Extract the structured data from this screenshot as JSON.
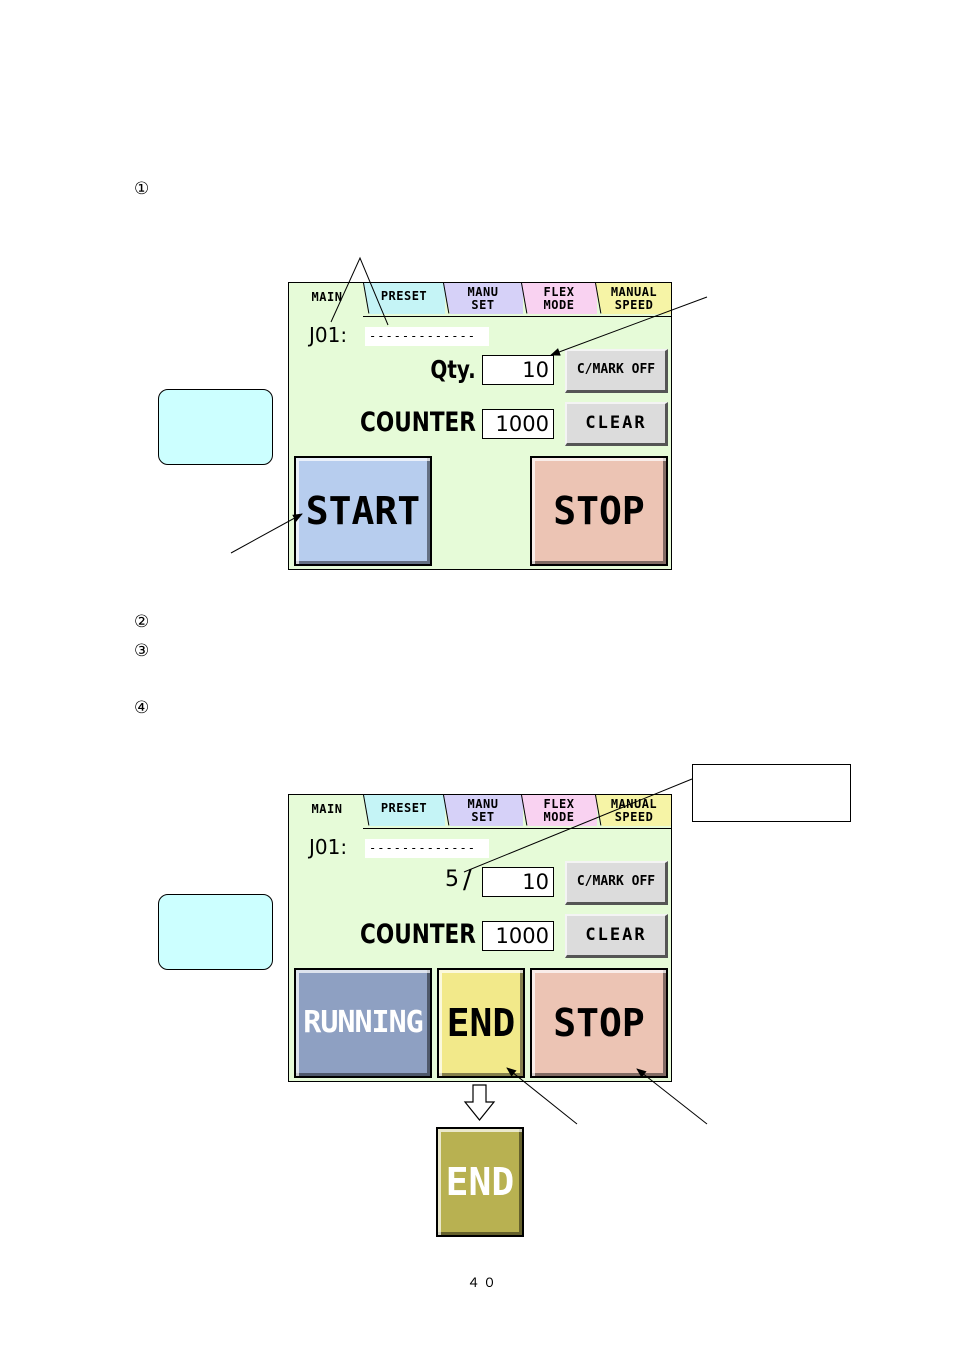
{
  "steps": {
    "s1": "①",
    "s2": "②",
    "s3": "③",
    "s4": "④"
  },
  "screen": {
    "tabs": {
      "main": "MAIN",
      "preset": "PRESET",
      "manu_set": [
        "MANU",
        "SET"
      ],
      "flex_mode": [
        "FLEX",
        "MODE"
      ],
      "manual_speed": [
        "MANUAL",
        "SPEED"
      ]
    },
    "job_label": "J01:",
    "job_value": "-------------",
    "qty_label": "Qty.",
    "qty_value": "10",
    "cmark_button": "C/MARK OFF",
    "counter_label": "COUNTER",
    "counter_value": "1000",
    "clear_button": "CLEAR",
    "start_button": "START",
    "stop_button": "STOP"
  },
  "screen2": {
    "job_label": "J01:",
    "job_value": "-------------",
    "progress_current": "5",
    "progress_separator": "/",
    "qty_value": "10",
    "cmark_button": "C/MARK OFF",
    "counter_label": "COUNTER",
    "counter_value": "1000",
    "clear_button": "CLEAR",
    "running_button": "RUNNING",
    "end_button": "END",
    "stop_button": "STOP"
  },
  "end_pressed_button": "END",
  "page_number": "４０",
  "colors": {
    "panel_bg": "#e6fbd8",
    "start": "#b7cdee",
    "running": "#8ea0c2",
    "stop": "#ecc4b4",
    "end": "#f2e98a",
    "end_pressed": "#b8b151",
    "callout": "#ccffff"
  }
}
